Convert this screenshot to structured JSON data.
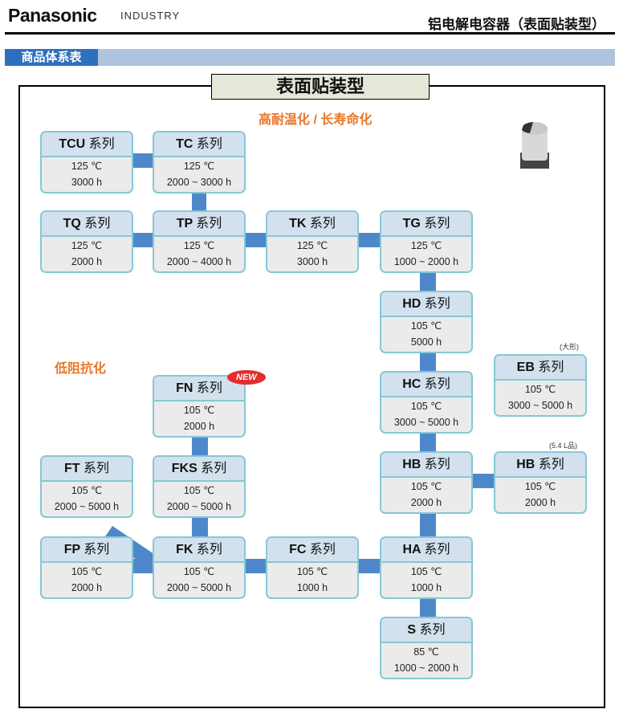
{
  "header": {
    "logo": "Panasonic",
    "logo_sub": "INDUSTRY",
    "doc_title": "铝电解电容器（表面贴装型）"
  },
  "section": {
    "label": "商品体系表"
  },
  "frame": {
    "title": "表面贴装型"
  },
  "categories": {
    "high_temp": "高耐温化 / 长寿命化",
    "low_esr": "低阻抗化"
  },
  "badge": "NEW",
  "notes": {
    "eb": "(大形)",
    "hb2": "(5.4 L品)"
  },
  "series_suffix": "系列",
  "series": [
    {
      "id": "TCU",
      "temp": "125 ℃",
      "life": "3000 h"
    },
    {
      "id": "TC",
      "temp": "125 ℃",
      "life": "2000 ~ 3000 h"
    },
    {
      "id": "TQ",
      "temp": "125 ℃",
      "life": "2000 h"
    },
    {
      "id": "TP",
      "temp": "125 ℃",
      "life": "2000 ~ 4000 h"
    },
    {
      "id": "TK",
      "temp": "125 ℃",
      "life": "3000 h"
    },
    {
      "id": "TG",
      "temp": "125 ℃",
      "life": "1000 ~ 2000 h"
    },
    {
      "id": "HD",
      "temp": "105 ℃",
      "life": "5000 h"
    },
    {
      "id": "HC",
      "temp": "105 ℃",
      "life": "3000 ~ 5000 h"
    },
    {
      "id": "HB",
      "temp": "105 ℃",
      "life": "2000 h"
    },
    {
      "id": "HA",
      "temp": "105 ℃",
      "life": "1000 h"
    },
    {
      "id": "S",
      "temp": "85 ℃",
      "life": "1000 ~ 2000 h"
    },
    {
      "id": "FN",
      "temp": "105 ℃",
      "life": "2000 h"
    },
    {
      "id": "FT",
      "temp": "105 ℃",
      "life": "2000 ~ 5000 h"
    },
    {
      "id": "FKS",
      "temp": "105 ℃",
      "life": "2000 ~ 5000 h"
    },
    {
      "id": "FP",
      "temp": "105 ℃",
      "life": "2000 h"
    },
    {
      "id": "FK",
      "temp": "105 ℃",
      "life": "2000 ~ 5000 h"
    },
    {
      "id": "FC",
      "temp": "105 ℃",
      "life": "1000 h"
    },
    {
      "id": "EB",
      "temp": "105 ℃",
      "life": "3000 ~ 5000 h"
    },
    {
      "id": "HB",
      "temp": "105 ℃",
      "life": "2000 h"
    }
  ]
}
